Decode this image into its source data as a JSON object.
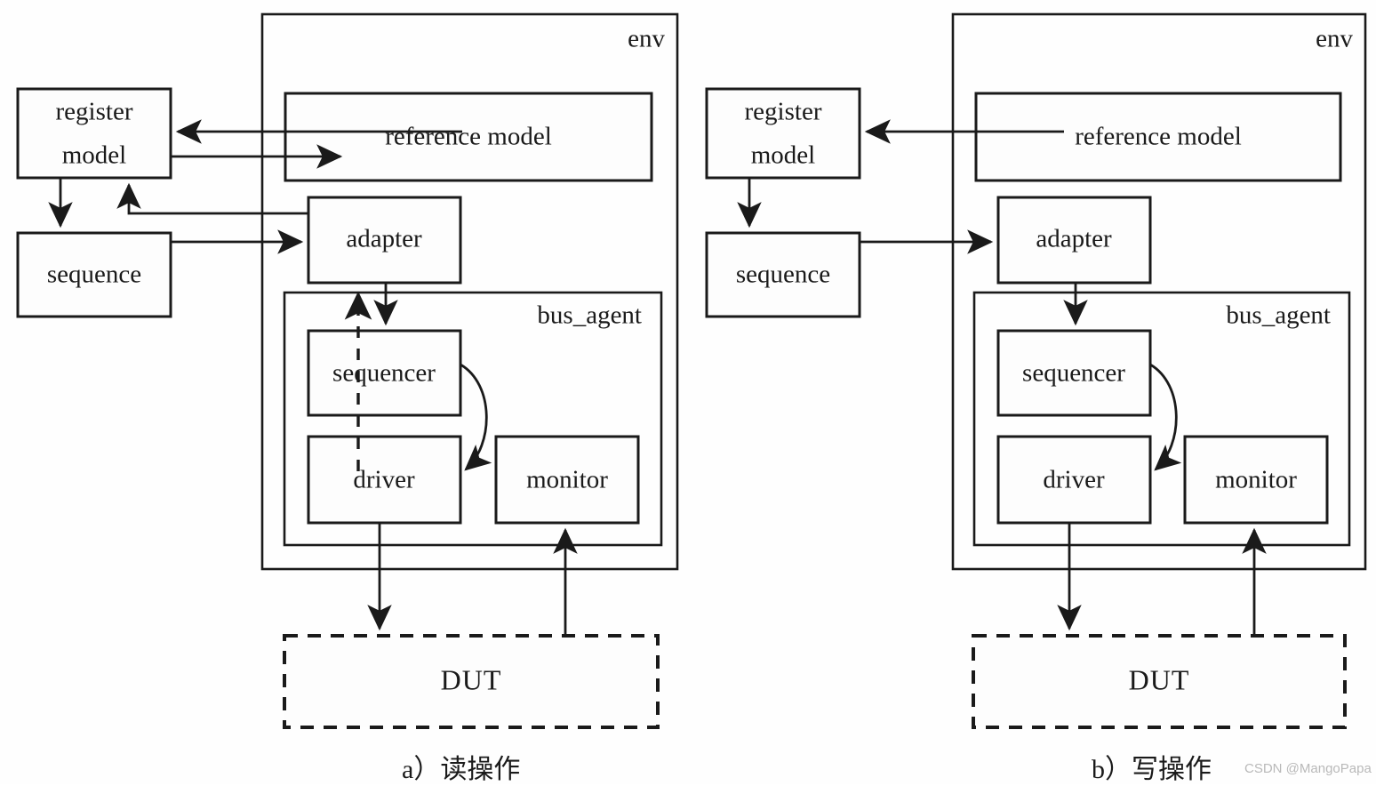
{
  "figure": {
    "title": "UVM register model read and write operation block diagrams",
    "watermark": "CSDN @MangoPapa",
    "stroke_color": "#1a1a1a",
    "background_color": "#fefefe"
  },
  "panels": [
    {
      "id": "panel-read",
      "caption": "a）读操作",
      "env_label": "env",
      "bus_agent_label": "bus_agent",
      "boxes": {
        "register_model_line1": "register",
        "register_model_line2": "model",
        "sequence": "sequence",
        "reference_model": "reference model",
        "adapter": "adapter",
        "sequencer": "sequencer",
        "driver": "driver",
        "monitor": "monitor",
        "dut": "DUT"
      },
      "connections": [
        "reference model -> register model",
        "register model -> reference model",
        "register model -> sequence",
        "sequence -> adapter",
        "adapter -> register model",
        "adapter -> sequencer",
        "driver -> adapter (dashed)",
        "sequencer -> driver (curved)",
        "driver -> DUT",
        "DUT -> monitor"
      ]
    },
    {
      "id": "panel-write",
      "caption": "b）写操作",
      "env_label": "env",
      "bus_agent_label": "bus_agent",
      "boxes": {
        "register_model_line1": "register",
        "register_model_line2": "model",
        "sequence": "sequence",
        "reference_model": "reference model",
        "adapter": "adapter",
        "sequencer": "sequencer",
        "driver": "driver",
        "monitor": "monitor",
        "dut": "DUT"
      },
      "connections": [
        "reference model -> register model",
        "register model -> sequence",
        "sequence -> adapter",
        "adapter -> sequencer",
        "sequencer -> driver (curved)",
        "driver -> DUT",
        "DUT -> monitor"
      ]
    }
  ]
}
